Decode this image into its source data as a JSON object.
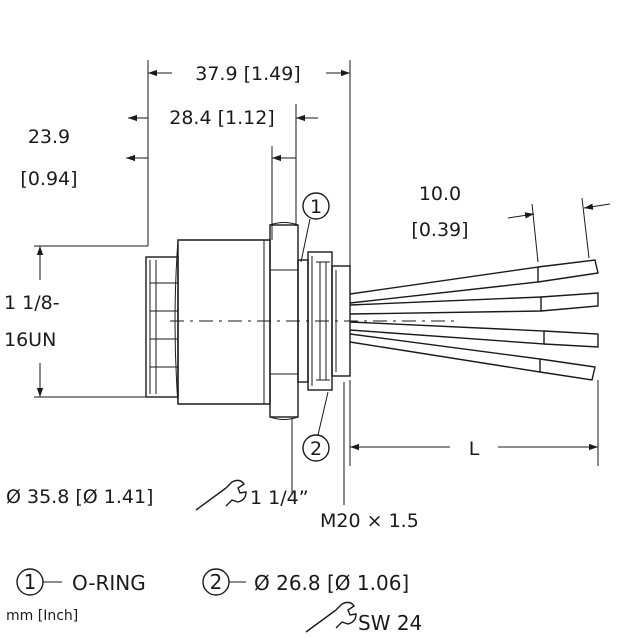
{
  "dimensions": {
    "overall_length": "37.9 [1.49]",
    "body_length": "28.4 [1.12]",
    "front_length_mm": "23.9",
    "front_length_in": "[0.94]",
    "wire_strip_mm": "10.0",
    "wire_strip_in": "[0.39]",
    "thread_line1": "1 1/8-",
    "thread_line2": "16UN",
    "diameter": "Ø 35.8 [Ø 1.41]",
    "wrench_size": "1 1/4”",
    "mount_thread": "M20 × 1.5",
    "lead_length": "L"
  },
  "callouts": {
    "one": "1",
    "two": "2"
  },
  "legend": {
    "item1_label": "O-RING",
    "item2_label": "Ø 26.8 [Ø 1.06]",
    "wrench_label": "SW 24",
    "units_note": "mm [Inch]"
  },
  "icons": [
    "wrench-icon",
    "callout-circle-icon"
  ],
  "colors": {
    "line": "#1a1a1a",
    "background": "#ffffff"
  }
}
